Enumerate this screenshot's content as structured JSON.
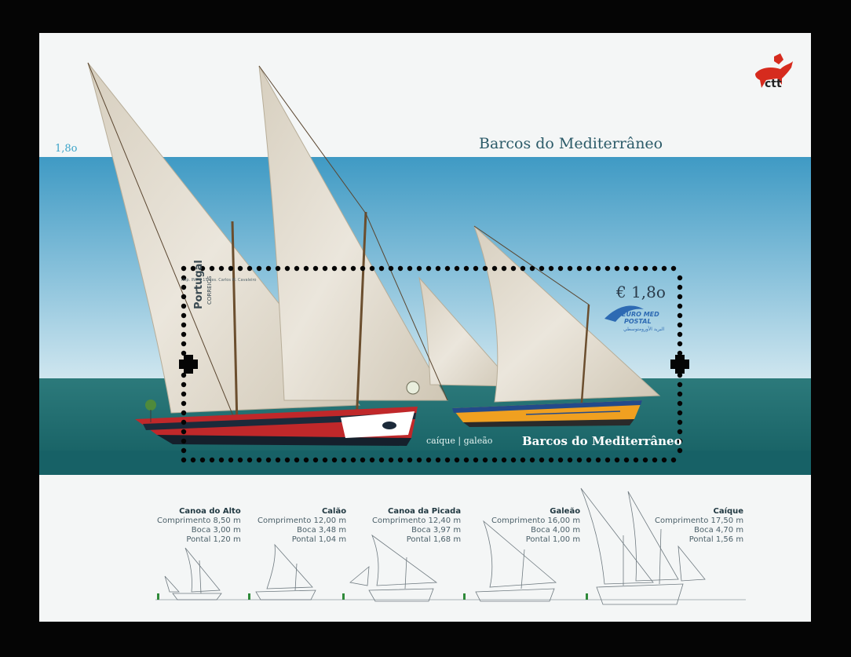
{
  "sheet": {
    "title": "Barcos do Mediterrâneo",
    "value": "1,8o"
  },
  "stamp": {
    "value": "€ 1,8o",
    "title": "Barcos do Mediterrâneo",
    "caption": "caíque | galeão",
    "country": "Portugal",
    "postal_operator": "CORREIOS",
    "imprint": "Imp. INCM 15 des. Carlos M. Cavaleiro",
    "euromed_logo": [
      "EURO MED",
      "POSTAL",
      "البريد الأورومتوسطي"
    ]
  },
  "logo": {
    "text": "ctt",
    "icon": "horse-rider-icon",
    "color": "#d62b1e"
  },
  "boats": [
    {
      "name": "Canoa do Alto",
      "lines": [
        "Comprimento 8,50 m",
        "Boca 3,00 m",
        "Pontal 1,20 m"
      ]
    },
    {
      "name": "Calão",
      "lines": [
        "Comprimento 12,00 m",
        "Boca 3,48 m",
        "Pontal 1,04 m"
      ]
    },
    {
      "name": "Canoa da Picada",
      "lines": [
        "Comprimento 12,40 m",
        "Boca 3,97 m",
        "Pontal 1,68 m"
      ]
    },
    {
      "name": "Galeão",
      "lines": [
        "Comprimento 16,00 m",
        "Boca 4,00 m",
        "Pontal 1,00 m"
      ]
    },
    {
      "name": "Caíque",
      "lines": [
        "Comprimento 17,50 m",
        "Boca 4,70 m",
        "Pontal 1,56 m"
      ]
    }
  ],
  "colors": {
    "sky": "#5aa9cc",
    "sea": "#1f6e70",
    "sail": "#e4ddd0",
    "hull_red": "#c0282a",
    "hull_orange": "#f0a020",
    "frame": "#050505"
  }
}
